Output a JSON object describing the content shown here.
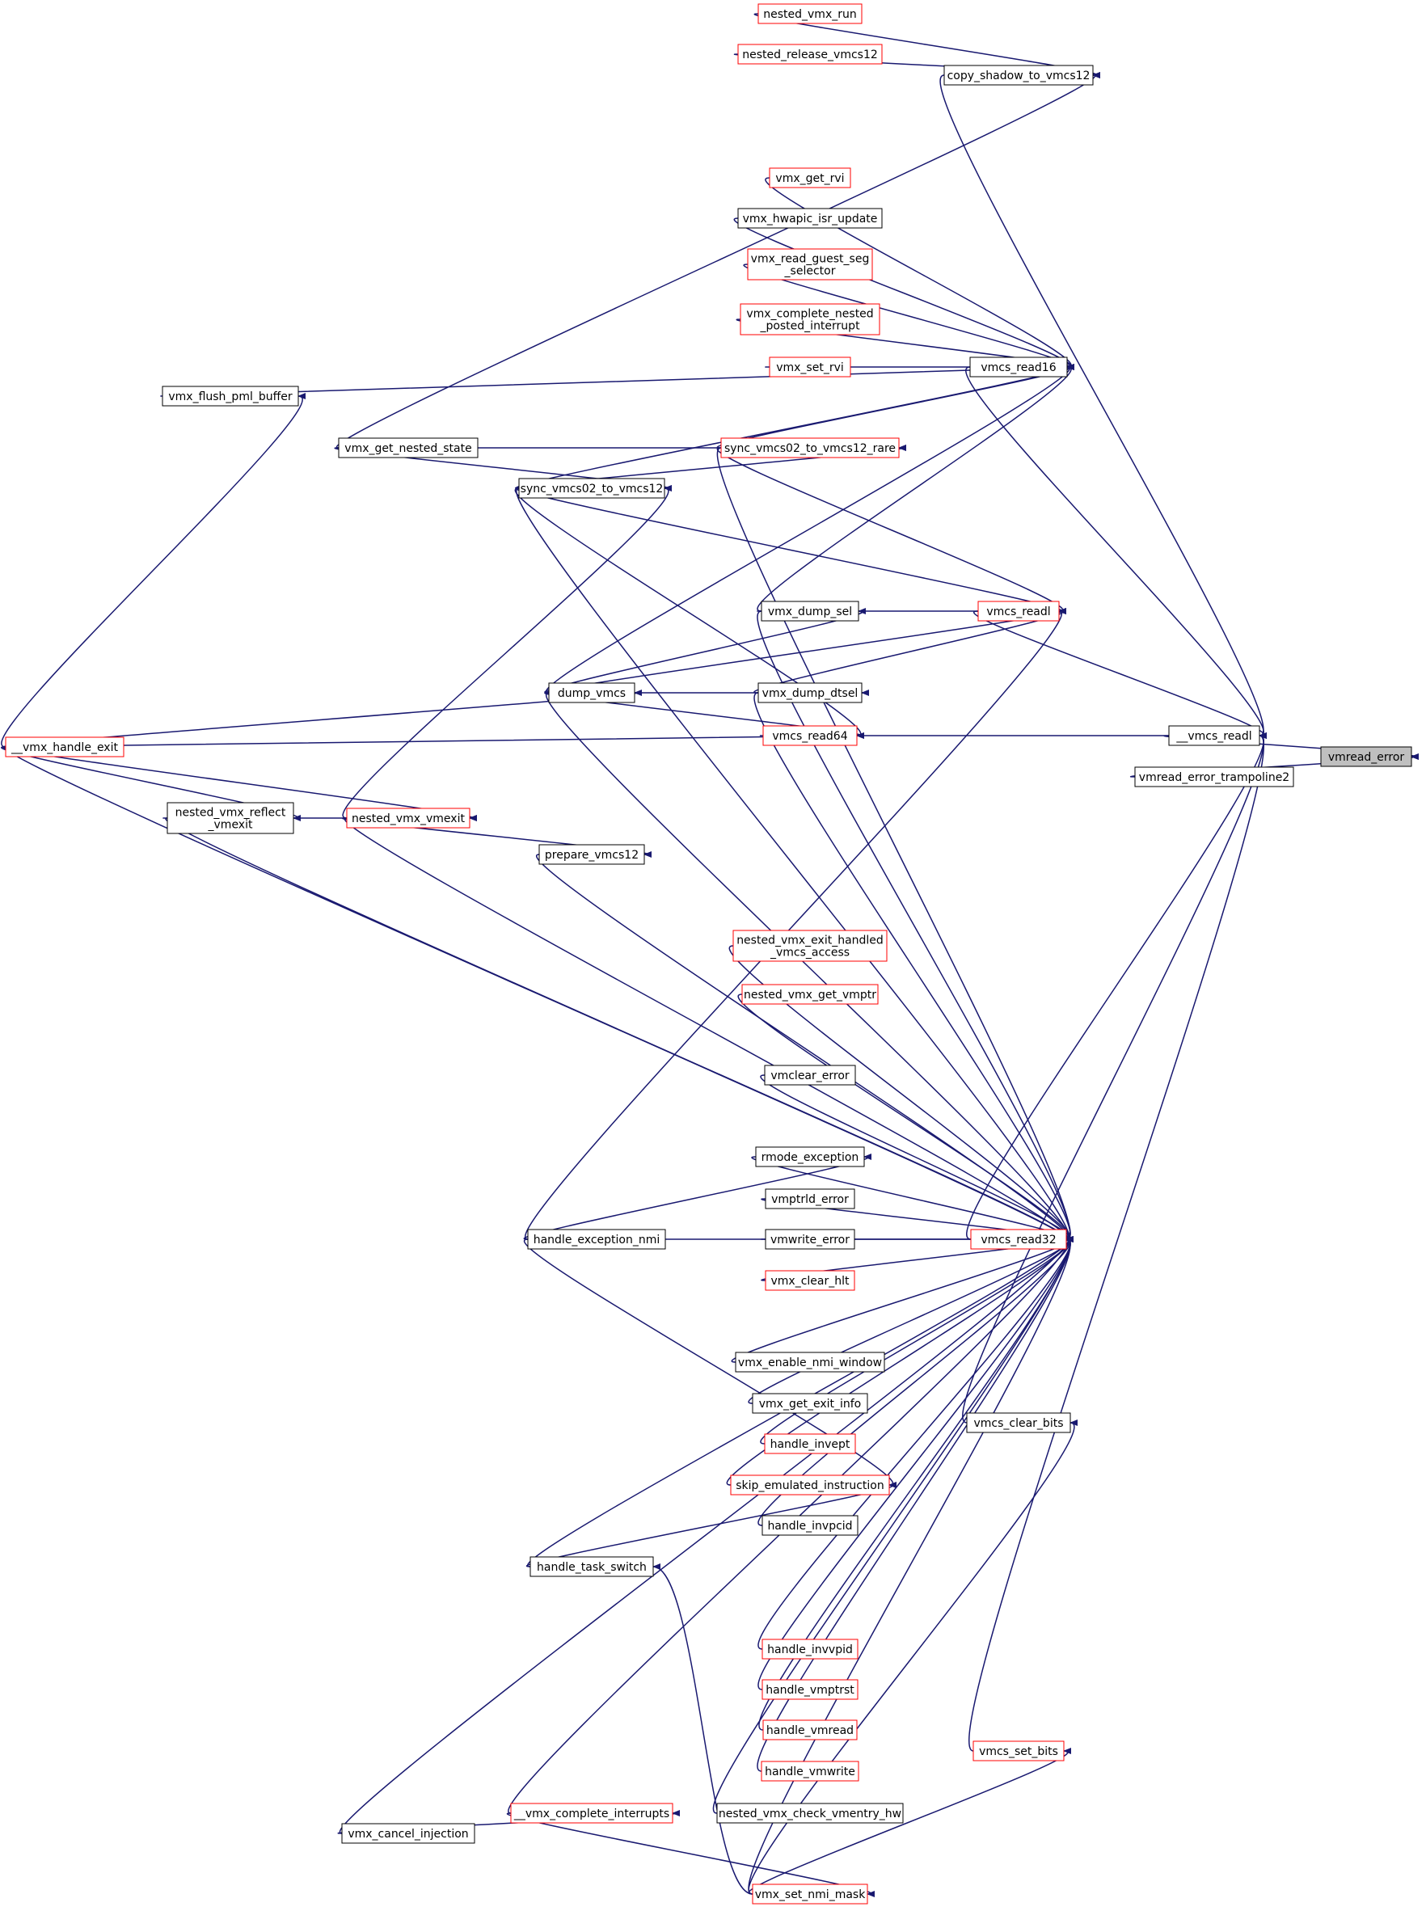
{
  "colors": {
    "edge": "#191970",
    "border_normal": "#000000",
    "border_truncated": "#ff0000",
    "root_fill": "#bfbfbf",
    "node_fill": "#ffffff"
  },
  "nodes": [
    {
      "id": "vmread_error",
      "lines": [
        "vmread_error"
      ],
      "style": "root"
    },
    {
      "id": "__vmcs_readl",
      "lines": [
        "__vmcs_readl"
      ],
      "style": "normal"
    },
    {
      "id": "vmread_error_trampoline2",
      "lines": [
        "vmread_error_trampoline2"
      ],
      "style": "normal"
    },
    {
      "id": "copy_shadow_to_vmcs12",
      "lines": [
        "copy_shadow_to_vmcs12"
      ],
      "style": "normal"
    },
    {
      "id": "nested_vmx_run",
      "lines": [
        "nested_vmx_run"
      ],
      "style": "truncated"
    },
    {
      "id": "nested_release_vmcs12",
      "lines": [
        "nested_release_vmcs12"
      ],
      "style": "truncated"
    },
    {
      "id": "vmx_flush_pml_buffer",
      "lines": [
        "vmx_flush_pml_buffer"
      ],
      "style": "normal"
    },
    {
      "id": "vmx_get_nested_state",
      "lines": [
        "vmx_get_nested_state"
      ],
      "style": "normal"
    },
    {
      "id": "vmcs_read16",
      "lines": [
        "vmcs_read16"
      ],
      "style": "normal"
    },
    {
      "id": "vmx_get_rvi",
      "lines": [
        "vmx_get_rvi"
      ],
      "style": "truncated"
    },
    {
      "id": "vmx_hwapic_isr_update",
      "lines": [
        "vmx_hwapic_isr_update"
      ],
      "style": "normal"
    },
    {
      "id": "vmx_read_guest_seg_selector",
      "lines": [
        "vmx_read_guest_seg",
        "_selector"
      ],
      "style": "truncated"
    },
    {
      "id": "vmx_complete_nested_posted_interrupt",
      "lines": [
        "vmx_complete_nested",
        "_posted_interrupt"
      ],
      "style": "truncated"
    },
    {
      "id": "vmx_set_rvi",
      "lines": [
        "vmx_set_rvi"
      ],
      "style": "truncated"
    },
    {
      "id": "sync_vmcs02_to_vmcs12_rare",
      "lines": [
        "sync_vmcs02_to_vmcs12_rare"
      ],
      "style": "truncated"
    },
    {
      "id": "sync_vmcs02_to_vmcs12",
      "lines": [
        "sync_vmcs02_to_vmcs12"
      ],
      "style": "normal"
    },
    {
      "id": "dump_vmcs",
      "lines": [
        "dump_vmcs"
      ],
      "style": "normal"
    },
    {
      "id": "__vmx_handle_exit",
      "lines": [
        "__vmx_handle_exit"
      ],
      "style": "truncated"
    },
    {
      "id": "vmx_dump_sel",
      "lines": [
        "vmx_dump_sel"
      ],
      "style": "normal"
    },
    {
      "id": "vmx_dump_dtsel",
      "lines": [
        "vmx_dump_dtsel"
      ],
      "style": "normal"
    },
    {
      "id": "vmcs_readl",
      "lines": [
        "vmcs_readl"
      ],
      "style": "truncated"
    },
    {
      "id": "vmcs_read64",
      "lines": [
        "vmcs_read64"
      ],
      "style": "truncated"
    },
    {
      "id": "nested_vmx_reflect_vmexit",
      "lines": [
        "nested_vmx_reflect",
        "_vmexit"
      ],
      "style": "normal"
    },
    {
      "id": "nested_vmx_vmexit",
      "lines": [
        "nested_vmx_vmexit"
      ],
      "style": "truncated"
    },
    {
      "id": "prepare_vmcs12",
      "lines": [
        "prepare_vmcs12"
      ],
      "style": "normal"
    },
    {
      "id": "nested_vmx_exit_handled_vmcs_access",
      "lines": [
        "nested_vmx_exit_handled",
        "_vmcs_access"
      ],
      "style": "truncated"
    },
    {
      "id": "nested_vmx_get_vmptr",
      "lines": [
        "nested_vmx_get_vmptr"
      ],
      "style": "truncated"
    },
    {
      "id": "vmclear_error",
      "lines": [
        "vmclear_error"
      ],
      "style": "normal"
    },
    {
      "id": "rmode_exception",
      "lines": [
        "rmode_exception"
      ],
      "style": "normal"
    },
    {
      "id": "vmptrld_error",
      "lines": [
        "vmptrld_error"
      ],
      "style": "normal"
    },
    {
      "id": "vmwrite_error",
      "lines": [
        "vmwrite_error"
      ],
      "style": "normal"
    },
    {
      "id": "vmx_clear_hlt",
      "lines": [
        "vmx_clear_hlt"
      ],
      "style": "truncated"
    },
    {
      "id": "handle_exception_nmi",
      "lines": [
        "handle_exception_nmi"
      ],
      "style": "normal"
    },
    {
      "id": "vmcs_read32",
      "lines": [
        "vmcs_read32"
      ],
      "style": "truncated"
    },
    {
      "id": "vmx_enable_nmi_window",
      "lines": [
        "vmx_enable_nmi_window"
      ],
      "style": "normal"
    },
    {
      "id": "vmx_get_exit_info",
      "lines": [
        "vmx_get_exit_info"
      ],
      "style": "normal"
    },
    {
      "id": "handle_invept",
      "lines": [
        "handle_invept"
      ],
      "style": "truncated"
    },
    {
      "id": "vmcs_clear_bits",
      "lines": [
        "vmcs_clear_bits"
      ],
      "style": "normal"
    },
    {
      "id": "skip_emulated_instruction",
      "lines": [
        "skip_emulated_instruction"
      ],
      "style": "truncated"
    },
    {
      "id": "handle_invpcid",
      "lines": [
        "handle_invpcid"
      ],
      "style": "normal"
    },
    {
      "id": "handle_task_switch",
      "lines": [
        "handle_task_switch"
      ],
      "style": "normal"
    },
    {
      "id": "handle_invvpid",
      "lines": [
        "handle_invvpid"
      ],
      "style": "truncated"
    },
    {
      "id": "handle_vmptrst",
      "lines": [
        "handle_vmptrst"
      ],
      "style": "truncated"
    },
    {
      "id": "handle_vmread",
      "lines": [
        "handle_vmread"
      ],
      "style": "truncated"
    },
    {
      "id": "vmcs_set_bits",
      "lines": [
        "vmcs_set_bits"
      ],
      "style": "truncated"
    },
    {
      "id": "handle_vmwrite",
      "lines": [
        "handle_vmwrite"
      ],
      "style": "truncated"
    },
    {
      "id": "nested_vmx_check_vmentry_hw",
      "lines": [
        "nested_vmx_check_vmentry_hw"
      ],
      "style": "normal"
    },
    {
      "id": "__vmx_complete_interrupts",
      "lines": [
        "__vmx_complete_interrupts"
      ],
      "style": "truncated"
    },
    {
      "id": "vmx_cancel_injection",
      "lines": [
        "vmx_cancel_injection"
      ],
      "style": "normal"
    },
    {
      "id": "vmx_set_nmi_mask",
      "lines": [
        "vmx_set_nmi_mask"
      ],
      "style": "truncated"
    }
  ],
  "edges": [
    {
      "from": "__vmcs_readl",
      "to": "vmread_error"
    },
    {
      "from": "vmread_error_trampoline2",
      "to": "vmread_error"
    },
    {
      "from": "copy_shadow_to_vmcs12",
      "to": "__vmcs_readl"
    },
    {
      "from": "nested_vmx_run",
      "to": "copy_shadow_to_vmcs12"
    },
    {
      "from": "nested_release_vmcs12",
      "to": "copy_shadow_to_vmcs12"
    },
    {
      "from": "vmx_flush_pml_buffer",
      "to": "vmcs_read16"
    },
    {
      "from": "vmx_get_nested_state",
      "to": "copy_shadow_to_vmcs12"
    },
    {
      "from": "vmx_get_nested_state",
      "to": "sync_vmcs02_to_vmcs12_rare"
    },
    {
      "from": "vmx_get_nested_state",
      "to": "sync_vmcs02_to_vmcs12"
    },
    {
      "from": "vmcs_read16",
      "to": "__vmcs_readl"
    },
    {
      "from": "vmx_get_rvi",
      "to": "vmcs_read16"
    },
    {
      "from": "vmx_hwapic_isr_update",
      "to": "vmcs_read16"
    },
    {
      "from": "vmx_read_guest_seg_selector",
      "to": "vmcs_read16"
    },
    {
      "from": "vmx_complete_nested_posted_interrupt",
      "to": "vmcs_read16"
    },
    {
      "from": "vmx_set_rvi",
      "to": "vmcs_read16"
    },
    {
      "from": "sync_vmcs02_to_vmcs12_rare",
      "to": "vmcs_read16"
    },
    {
      "from": "sync_vmcs02_to_vmcs12_rare",
      "to": "vmcs_readl"
    },
    {
      "from": "sync_vmcs02_to_vmcs12_rare",
      "to": "vmcs_read32"
    },
    {
      "from": "sync_vmcs02_to_vmcs12",
      "to": "vmcs_read16"
    },
    {
      "from": "sync_vmcs02_to_vmcs12",
      "to": "sync_vmcs02_to_vmcs12_rare"
    },
    {
      "from": "sync_vmcs02_to_vmcs12",
      "to": "vmcs_readl"
    },
    {
      "from": "sync_vmcs02_to_vmcs12",
      "to": "vmcs_read64"
    },
    {
      "from": "sync_vmcs02_to_vmcs12",
      "to": "vmcs_read32"
    },
    {
      "from": "dump_vmcs",
      "to": "vmcs_read16"
    },
    {
      "from": "dump_vmcs",
      "to": "vmx_dump_sel"
    },
    {
      "from": "dump_vmcs",
      "to": "vmx_dump_dtsel"
    },
    {
      "from": "dump_vmcs",
      "to": "vmcs_readl"
    },
    {
      "from": "dump_vmcs",
      "to": "vmcs_read64"
    },
    {
      "from": "dump_vmcs",
      "to": "vmcs_read32"
    },
    {
      "from": "__vmx_handle_exit",
      "to": "vmx_flush_pml_buffer"
    },
    {
      "from": "__vmx_handle_exit",
      "to": "dump_vmcs"
    },
    {
      "from": "__vmx_handle_exit",
      "to": "vmcs_read64"
    },
    {
      "from": "__vmx_handle_exit",
      "to": "nested_vmx_reflect_vmexit"
    },
    {
      "from": "__vmx_handle_exit",
      "to": "nested_vmx_vmexit"
    },
    {
      "from": "__vmx_handle_exit",
      "to": "vmcs_read32"
    },
    {
      "from": "vmx_dump_sel",
      "to": "vmcs_read16"
    },
    {
      "from": "vmx_dump_sel",
      "to": "vmcs_readl"
    },
    {
      "from": "vmx_dump_sel",
      "to": "vmcs_read32"
    },
    {
      "from": "vmx_dump_dtsel",
      "to": "vmcs_readl"
    },
    {
      "from": "vmx_dump_dtsel",
      "to": "vmcs_read32"
    },
    {
      "from": "vmcs_readl",
      "to": "__vmcs_readl"
    },
    {
      "from": "vmcs_read64",
      "to": "__vmcs_readl"
    },
    {
      "from": "nested_vmx_reflect_vmexit",
      "to": "nested_vmx_vmexit"
    },
    {
      "from": "nested_vmx_reflect_vmexit",
      "to": "vmcs_read32"
    },
    {
      "from": "nested_vmx_vmexit",
      "to": "sync_vmcs02_to_vmcs12"
    },
    {
      "from": "nested_vmx_vmexit",
      "to": "prepare_vmcs12"
    },
    {
      "from": "nested_vmx_vmexit",
      "to": "vmcs_read32"
    },
    {
      "from": "prepare_vmcs12",
      "to": "vmcs_read32"
    },
    {
      "from": "nested_vmx_exit_handled_vmcs_access",
      "to": "vmcs_read32"
    },
    {
      "from": "nested_vmx_get_vmptr",
      "to": "vmcs_read32"
    },
    {
      "from": "vmclear_error",
      "to": "vmcs_read32"
    },
    {
      "from": "rmode_exception",
      "to": "vmcs_read32"
    },
    {
      "from": "vmptrld_error",
      "to": "vmcs_read32"
    },
    {
      "from": "vmwrite_error",
      "to": "vmcs_read32"
    },
    {
      "from": "vmx_clear_hlt",
      "to": "vmcs_read32"
    },
    {
      "from": "handle_exception_nmi",
      "to": "vmcs_readl"
    },
    {
      "from": "handle_exception_nmi",
      "to": "rmode_exception"
    },
    {
      "from": "handle_exception_nmi",
      "to": "vmcs_read32"
    },
    {
      "from": "handle_exception_nmi",
      "to": "skip_emulated_instruction"
    },
    {
      "from": "vmcs_read32",
      "to": "__vmcs_readl"
    },
    {
      "from": "vmx_enable_nmi_window",
      "to": "vmcs_read32"
    },
    {
      "from": "vmx_get_exit_info",
      "to": "vmcs_read32"
    },
    {
      "from": "handle_invept",
      "to": "vmcs_read32"
    },
    {
      "from": "vmcs_clear_bits",
      "to": "__vmcs_readl"
    },
    {
      "from": "skip_emulated_instruction",
      "to": "vmcs_read32"
    },
    {
      "from": "handle_invpcid",
      "to": "vmcs_read32"
    },
    {
      "from": "handle_task_switch",
      "to": "vmcs_read32"
    },
    {
      "from": "handle_task_switch",
      "to": "skip_emulated_instruction"
    },
    {
      "from": "handle_invvpid",
      "to": "vmcs_read32"
    },
    {
      "from": "handle_vmptrst",
      "to": "vmcs_read32"
    },
    {
      "from": "handle_vmread",
      "to": "vmcs_read32"
    },
    {
      "from": "vmcs_set_bits",
      "to": "__vmcs_readl"
    },
    {
      "from": "handle_vmwrite",
      "to": "vmcs_read32"
    },
    {
      "from": "nested_vmx_check_vmentry_hw",
      "to": "vmcs_read32"
    },
    {
      "from": "__vmx_complete_interrupts",
      "to": "vmcs_read32"
    },
    {
      "from": "__vmx_complete_interrupts",
      "to": "vmx_set_nmi_mask"
    },
    {
      "from": "vmx_cancel_injection",
      "to": "__vmx_complete_interrupts"
    },
    {
      "from": "vmx_cancel_injection",
      "to": "vmcs_read32"
    },
    {
      "from": "vmx_set_nmi_mask",
      "to": "vmcs_read32"
    },
    {
      "from": "vmx_set_nmi_mask",
      "to": "vmcs_clear_bits"
    },
    {
      "from": "vmx_set_nmi_mask",
      "to": "vmcs_set_bits"
    },
    {
      "from": "vmx_set_nmi_mask",
      "to": "handle_task_switch"
    }
  ]
}
